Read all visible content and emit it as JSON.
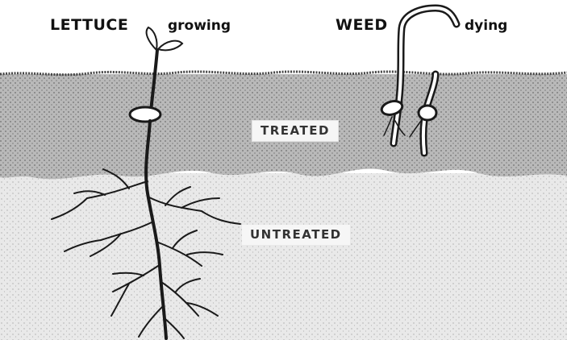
{
  "labels": {
    "lettuce": "LETTUCE",
    "growing": "growing",
    "weed": "WEED",
    "dying": "dying"
  },
  "layers": {
    "treated": "TREATED",
    "untreated": "UNTREATED"
  },
  "colors": {
    "treated_soil": "#b9b9b9",
    "untreated_soil": "#e9e9e9",
    "ink": "#1a1a1a"
  }
}
